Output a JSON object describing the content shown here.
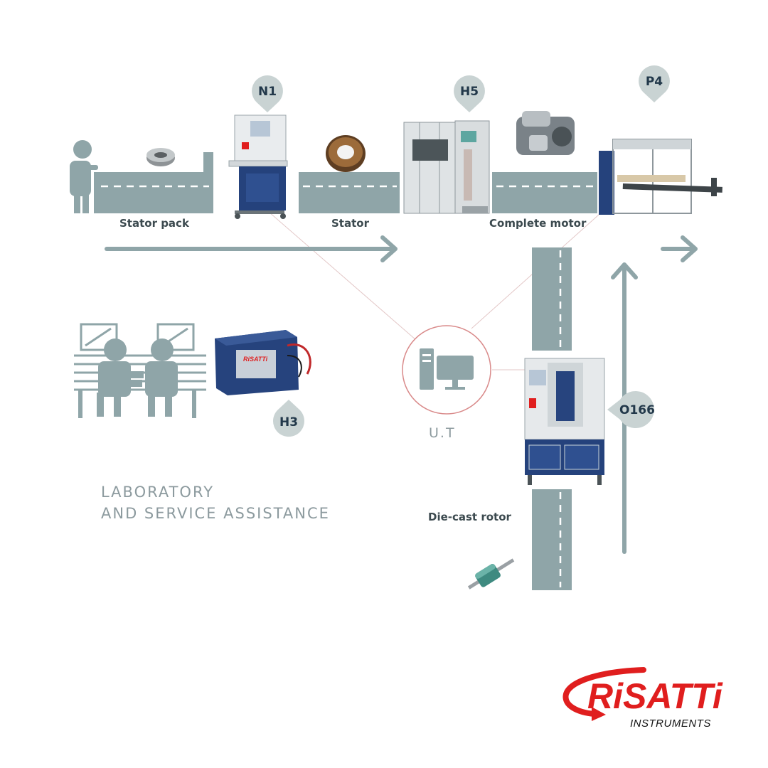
{
  "stations": {
    "n1": "N1",
    "h5": "H5",
    "p4": "P4",
    "h3": "H3",
    "o166": "O166"
  },
  "labels": {
    "stator_pack": "Stator pack",
    "stator": "Stator",
    "complete_motor": "Complete motor",
    "die_cast_rotor": "Die-cast rotor",
    "ut": "U.T",
    "lab_line1": "LABORATORY",
    "lab_line2": "AND SERVICE ASSISTANCE"
  },
  "logo": {
    "name": "RiSATTi",
    "sub": "INSTRUMENTS"
  },
  "colors": {
    "conveyor": "#8fa5a8",
    "pin": "#c9d3d3",
    "pin_text": "#22384a",
    "machine_blue": "#25427c",
    "accent_red": "#e01e1e",
    "text_grey": "#8c9a9e"
  }
}
